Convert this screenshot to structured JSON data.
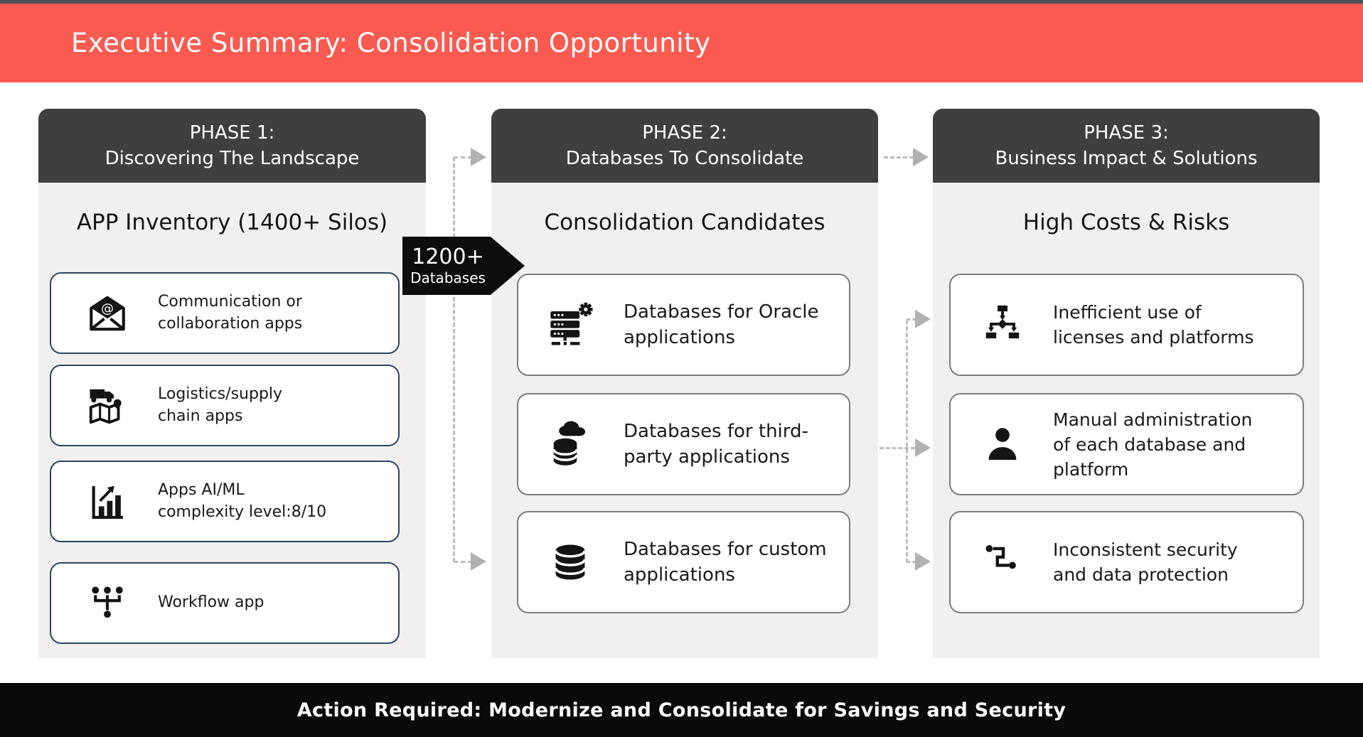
{
  "banner": {
    "title": "Executive Summary: Consolidation Opportunity"
  },
  "badge": {
    "value": "1200+",
    "label": "Databases"
  },
  "footer": {
    "text": "Action Required: Modernize and Consolidate for Savings and Security"
  },
  "phases": [
    {
      "title_line1": "PHASE 1:",
      "title_line2": "Discovering The Landscape",
      "subtitle": "APP Inventory (1400+ Silos)",
      "cards": [
        {
          "icon": "email-at-icon",
          "text": "Communication or\ncollaboration apps"
        },
        {
          "icon": "truck-map-icon",
          "text": "Logistics/supply\nchain apps"
        },
        {
          "icon": "bar-chart-growth-icon",
          "text": "Apps AI/ML\ncomplexity level:8/10"
        },
        {
          "icon": "workflow-merge-icon",
          "text": "Workflow app"
        }
      ]
    },
    {
      "title_line1": "PHASE 2:",
      "title_line2": "Databases To Consolidate",
      "subtitle": "Consolidation Candidates",
      "cards": [
        {
          "icon": "server-gear-icon",
          "text": "Databases for Oracle\napplications"
        },
        {
          "icon": "cloud-database-icon",
          "text": "Databases for third-\nparty applications"
        },
        {
          "icon": "database-icon",
          "text": "Databases for custom\napplications"
        }
      ]
    },
    {
      "title_line1": "PHASE 3:",
      "title_line2": "Business Impact & Solutions",
      "subtitle": "High Costs & Risks",
      "cards": [
        {
          "icon": "decision-tree-icon",
          "text": "Inefficient use of\nlicenses and platforms"
        },
        {
          "icon": "person-icon",
          "text": "Manual administration\nof each database and\nplatform"
        },
        {
          "icon": "route-nodes-icon",
          "text": "Inconsistent security\nand data protection"
        }
      ]
    }
  ],
  "colors": {
    "banner_red": "#fb5a50",
    "top_strip": "#4a5056",
    "phase_header_gray": "#3f3f3f",
    "panel_gray": "#f1f0ee",
    "card_border_navy": "#2b4660",
    "card_border_gray": "#7d7d7d",
    "connector_gray": "#b5b5b5",
    "footer_black": "#0a0a0a"
  }
}
